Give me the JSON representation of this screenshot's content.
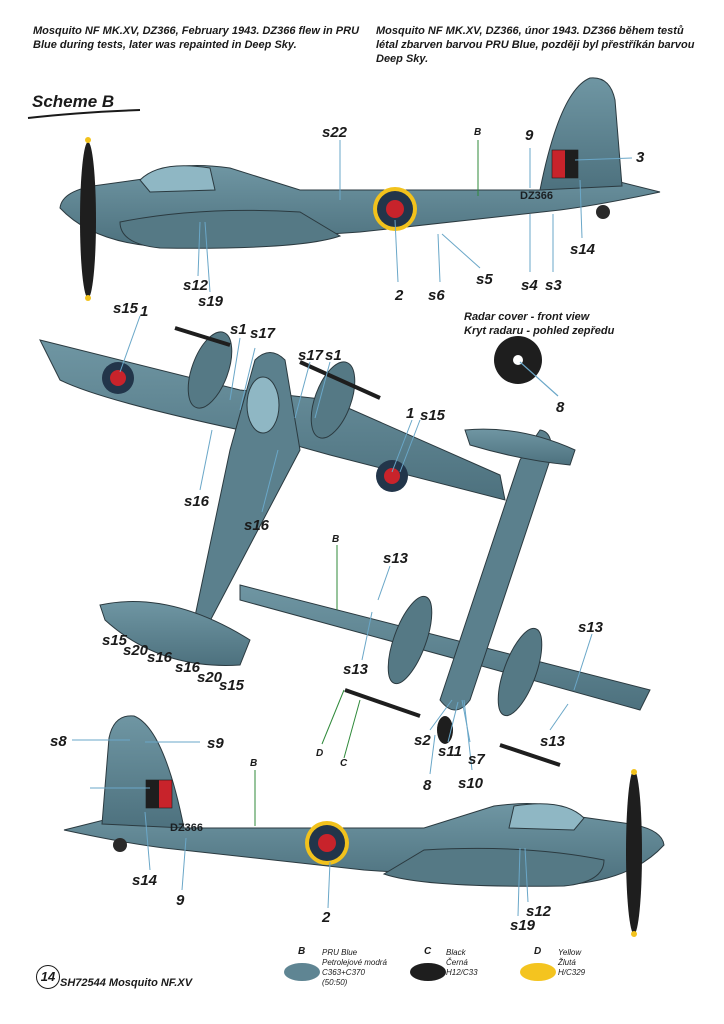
{
  "captions": {
    "english": "Mosquito NF MK.XV, DZ366, February 1943. DZ366 flew in PRU Blue during tests, later was repainted in Deep Sky.",
    "czech": "Mosquito NF MK.XV, DZ366, únor 1943. DZ366 během testů létal zbarven barvou PRU Blue, později byl přestříkán barvou Deep Sky."
  },
  "scheme_title": "Scheme B",
  "serial": "DZ366",
  "radar_cover": {
    "title_en": "Radar cover - front view",
    "title_cz": "Kryt radaru - pohled zepředu",
    "label": "8"
  },
  "callouts": {
    "side_top": [
      "s22",
      "B",
      "9",
      "3",
      "s12",
      "s19",
      "2",
      "s6",
      "s5",
      "s4",
      "s3",
      "s14"
    ],
    "top_view": [
      "s15",
      "1",
      "s1",
      "s17",
      "s17",
      "s1",
      "1",
      "s15",
      "s16",
      "s16",
      "B",
      "s15",
      "s20",
      "s16",
      "s16",
      "s20",
      "s15"
    ],
    "bottom_view": [
      "s13",
      "s13",
      "s13",
      "s13",
      "D",
      "C",
      "s2",
      "s11",
      "s7",
      "8",
      "s10"
    ],
    "side_bottom": [
      "s8",
      "s9",
      "B",
      "s14",
      "9",
      "2",
      "s19",
      "s12"
    ]
  },
  "legend": [
    {
      "code": "B",
      "lines": [
        "PRU Blue",
        "Petrolejové modrá",
        "C363+C370",
        "(50:50)"
      ],
      "color": "#5f8593"
    },
    {
      "code": "C",
      "lines": [
        "Black",
        "Černá",
        "H12/C33"
      ],
      "color": "#1e1e1e"
    },
    {
      "code": "D",
      "lines": [
        "Yellow",
        "Žlutá",
        "H/C329"
      ],
      "color": "#f4c41f"
    }
  ],
  "colors": {
    "pru_blue": "#5f8593",
    "pru_blue_dark": "#4a6e7c",
    "roundel_red": "#c8232b",
    "roundel_yellow": "#f2c21c",
    "fin_red": "#c8232b"
  },
  "footer": {
    "page_number": "14",
    "text": "SH72544 Mosquito NF.XV"
  }
}
